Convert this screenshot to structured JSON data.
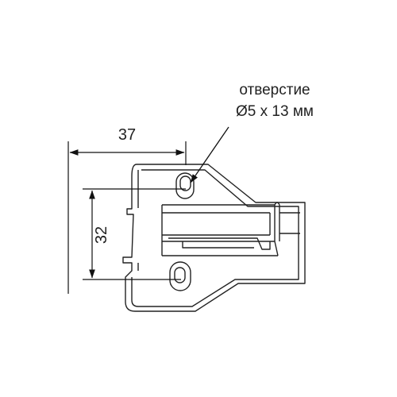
{
  "dimensions": {
    "width": {
      "value": 37,
      "label": "37"
    },
    "height": {
      "value": 32,
      "label": "32"
    }
  },
  "callout": {
    "line1": "отверстие",
    "line2": "Ø5 x 13 мм"
  },
  "colors": {
    "stroke": "#222222",
    "dimension": "#111111"
  }
}
